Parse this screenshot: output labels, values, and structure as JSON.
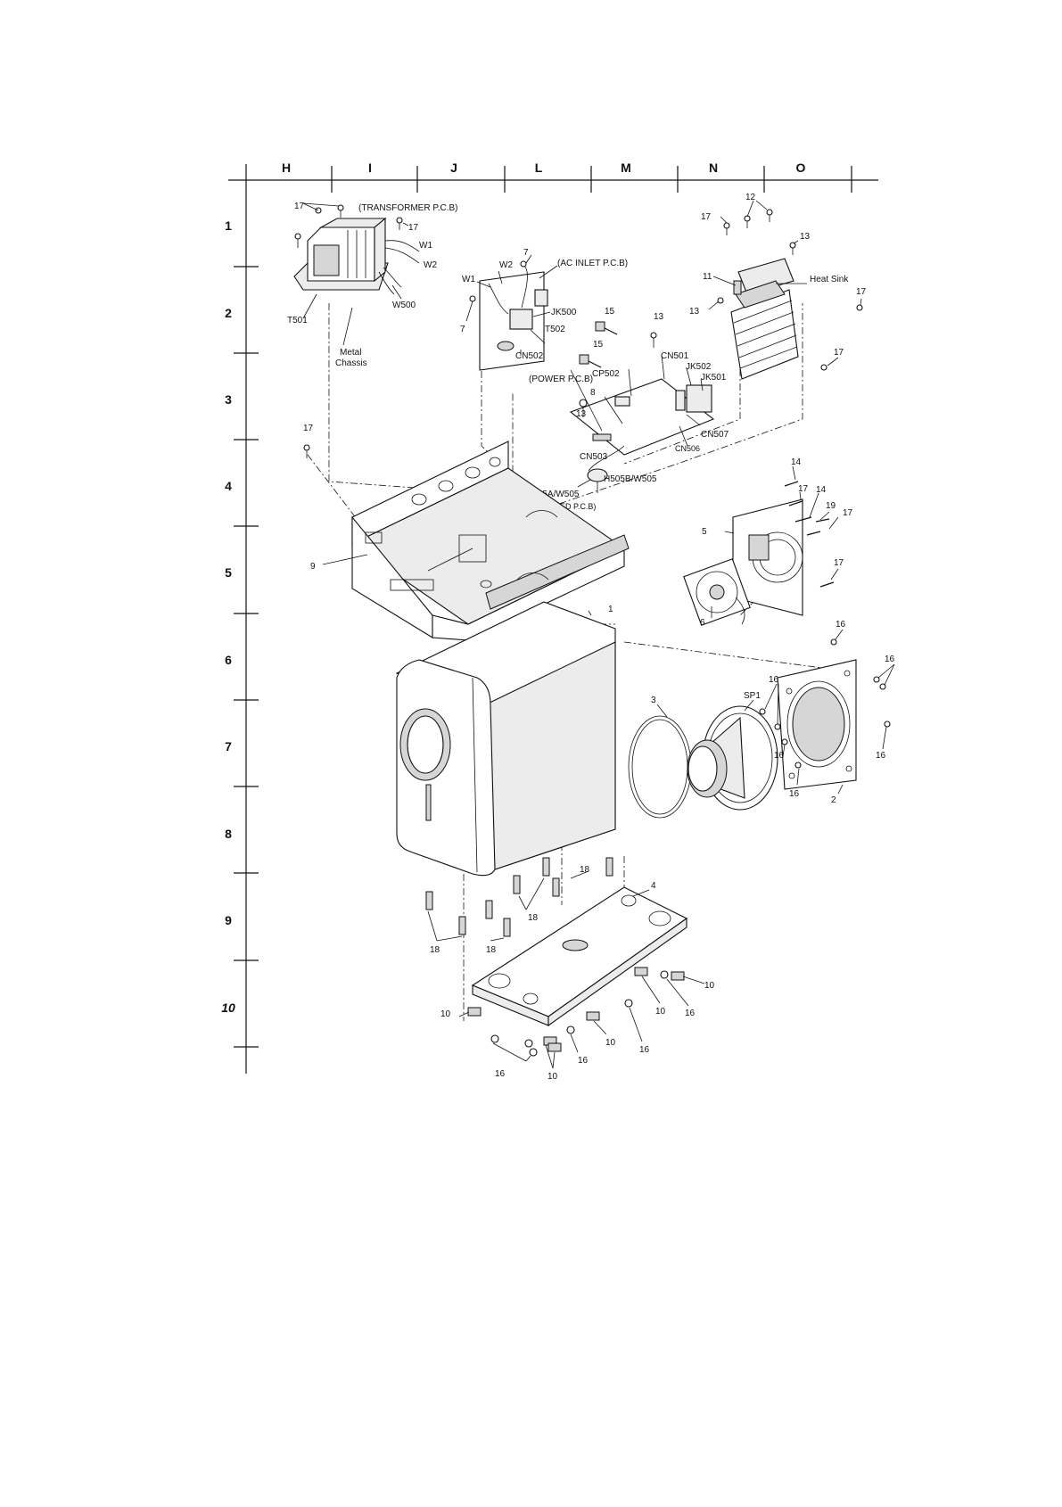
{
  "grid": {
    "columns": [
      "H",
      "I",
      "J",
      "L",
      "M",
      "N",
      "O"
    ],
    "rows": [
      "1",
      "2",
      "3",
      "4",
      "5",
      "6",
      "7",
      "8",
      "9",
      "10"
    ]
  },
  "labels": {
    "transformer_pcb": "(TRANSFORMER P.C.B)",
    "ac_inlet_pcb": "(AC INLET P.C.B)",
    "power_pcb": "(POWER P.C.B)",
    "led_pcb": "(LED P.C.B)",
    "heat_sink": "Heat Sink",
    "metal_chassis_1": "Metal",
    "metal_chassis_2": "Chassis",
    "t501": "T501",
    "t502": "T502",
    "w1_a": "W1",
    "w2_a": "W2",
    "w500": "W500",
    "w1_b": "W1",
    "w2_b": "W2",
    "jk500": "JK500",
    "cn502": "CN502",
    "cn501": "CN501",
    "cp502": "CP502",
    "jk502": "JK502",
    "jk501": "JK501",
    "cn503": "CN503",
    "cn506": "CN506",
    "cn507": "CN507",
    "h505a": "H505A/W505",
    "h505b": "H505B/W505",
    "sp1": "SP1",
    "n1": "1",
    "n2": "2",
    "n3": "3",
    "n4": "4",
    "n5": "5",
    "n6": "6",
    "n7a": "7",
    "n7b": "7",
    "n8": "8",
    "n9": "9",
    "n10a": "10",
    "n10b": "10",
    "n10c": "10",
    "n10d": "10",
    "n10e": "10",
    "n11": "11",
    "n12": "12",
    "n13a": "13",
    "n13b": "13",
    "n13c": "13",
    "n13d": "13",
    "n14a": "14",
    "n14b": "14",
    "n15a": "15",
    "n15b": "15",
    "n16a": "16",
    "n16b": "16",
    "n16c": "16",
    "n16d": "16",
    "n16e": "16",
    "n16f": "16",
    "n16g": "16",
    "n16h": "16",
    "n16i": "16",
    "n16j": "16",
    "n17a": "17",
    "n17b": "17",
    "n17c": "17",
    "n17d": "17",
    "n17e": "17",
    "n17f": "17",
    "n17g": "17",
    "n17h": "17",
    "n17i": "17",
    "n18a": "18",
    "n18b": "18",
    "n18c": "18",
    "n18d": "18",
    "n19": "19"
  }
}
